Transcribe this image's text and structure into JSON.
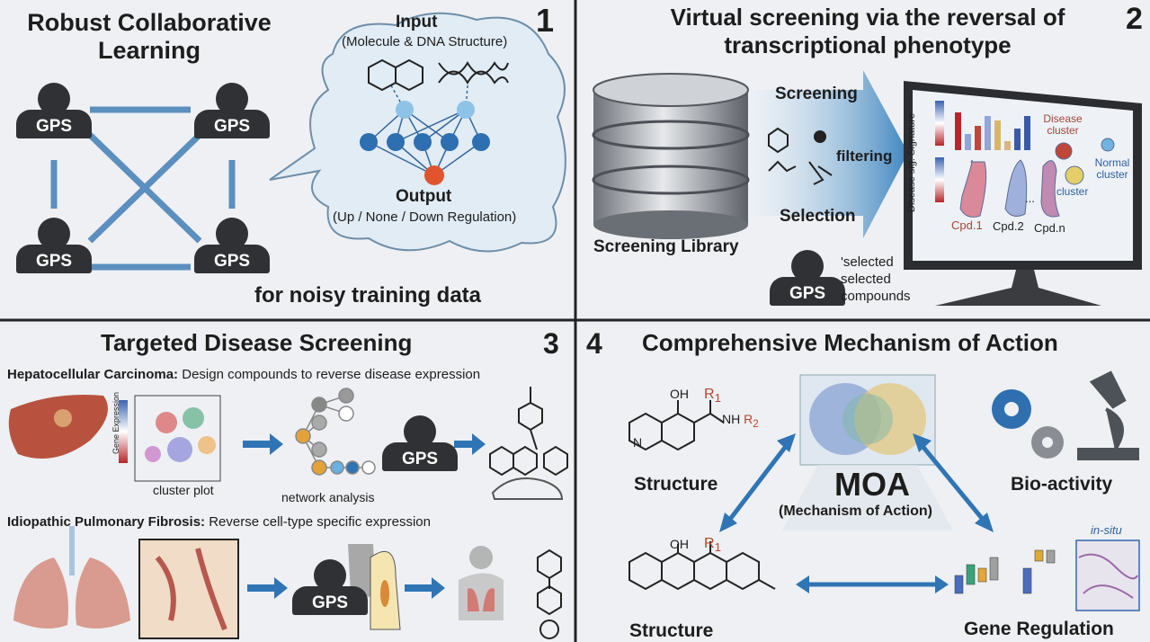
{
  "panel1": {
    "number": "1",
    "title_line1": "Robust Collaborative",
    "title_line2": "Learning",
    "input_label": "Input",
    "input_sub": "(Molecule & DNA Structure)",
    "output_label": "Output",
    "output_sub": "(Up / None / Down Regulation)",
    "agent_label": "GPS",
    "footer": "for noisy training data"
  },
  "panel2": {
    "number": "2",
    "title_line1": "Virtual screening via the reversal of",
    "title_line2": "transcriptional phenotype",
    "screening": "Screening",
    "filtering": "filtering",
    "selection": "Selection",
    "library": "Screening Library",
    "agent_label": "GPS",
    "selected_lines": [
      "'selected",
      "selected",
      "compounds"
    ],
    "monitor": {
      "axis_label": "Disease sig. Signature",
      "disease_cluster": "Disease cluster",
      "normal_cluster": "Normal cluster",
      "cluster": "cluster",
      "compounds": [
        "Cpd.1",
        "Cpd.2",
        "...",
        "Cpd.n"
      ],
      "bar_colors": [
        "#b8252b",
        "#8fa6d6",
        "#c0463a",
        "#8fa6d6",
        "#d7b56a",
        "#d9b77a",
        "#3a5aa8",
        "#3a5aa8"
      ]
    }
  },
  "panel3": {
    "number": "3",
    "title": "Targeted Disease Screening",
    "hcc_label": "Hepatocellular Carcinoma:",
    "hcc_desc": "Design compounds to reverse disease expression",
    "gene_expression": "Gene Expression",
    "cluster_plot": "cluster plot",
    "network_analysis": "network analysis",
    "agent_label": "GPS",
    "ipf_label": "Idiopathic Pulmonary Fibrosis:",
    "ipf_desc": "Reverse cell-type specific expression"
  },
  "panel4": {
    "number": "4",
    "title": "Comprehensive Mechanism of Action",
    "structure": "Structure",
    "oh": "OH",
    "r1": "R",
    "r1_sub": "1",
    "r2": "R",
    "r2_sub": "2",
    "nh": "NH",
    "n": "N",
    "moa": "MOA",
    "moa_sub": "(Mechanism of Action)",
    "bioactivity": "Bio-activity",
    "gene_regulation": "Gene Regulation",
    "in_situ": "in-situ",
    "box_colors": [
      "#4a6cc0",
      "#3aa37a",
      "#e0a83a",
      "#a0a0a0"
    ]
  }
}
